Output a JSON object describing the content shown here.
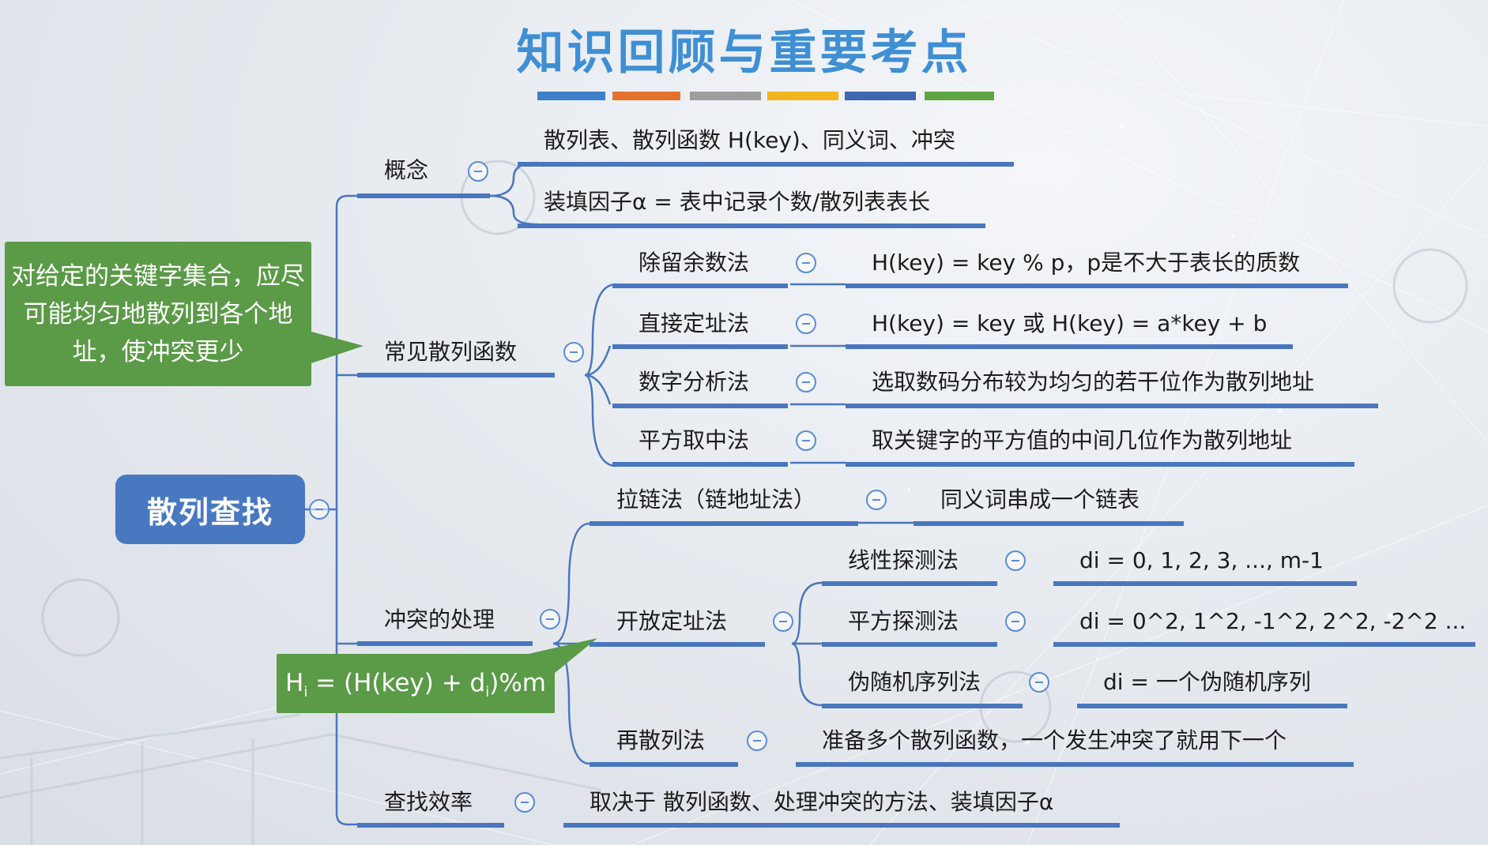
{
  "title": "知识回顾与重要考点",
  "color_bar": [
    "#3f7ec9",
    "#e4722c",
    "#9e9e9e",
    "#f2b51d",
    "#3d68b2",
    "#5ea544"
  ],
  "colors": {
    "accent": "#4a76be",
    "root": "#4878c0",
    "callout": "#5b9a47",
    "title": "#3f8fd4"
  },
  "root": "散列查找",
  "callouts": {
    "goal": "对给定的关键字集合，应尽可能均匀地散列到各个地址，使冲突更少",
    "formula": {
      "h": "H",
      "i1": "i",
      "mid": " = (H(key) + d",
      "i2": "i",
      "end": ")%m"
    }
  },
  "branches": {
    "concept": {
      "label": "概念",
      "items": [
        "散列表、散列函数 H(key)、同义词、冲突",
        "装填因子α = 表中记录个数/散列表表长"
      ]
    },
    "functions": {
      "label": "常见散列函数",
      "items": [
        {
          "name": "除留余数法",
          "desc": "H(key) = key % p，p是不大于表长的质数"
        },
        {
          "name": "直接定址法",
          "desc": "H(key) = key 或 H(key) = a*key + b"
        },
        {
          "name": "数字分析法",
          "desc": "选取数码分布较为均匀的若干位作为散列地址"
        },
        {
          "name": "平方取中法",
          "desc": "取关键字的平方值的中间几位作为散列地址"
        }
      ]
    },
    "conflict": {
      "label": "冲突的处理",
      "chaining": {
        "name": "拉链法（链地址法）",
        "desc": "同义词串成一个链表"
      },
      "open": {
        "name": "开放定址法",
        "items": [
          {
            "name": "线性探测法",
            "desc": "di = 0, 1, 2, 3, ..., m-1"
          },
          {
            "name": "平方探测法",
            "desc": "di = 0^2, 1^2, -1^2, 2^2, -2^2 ..."
          },
          {
            "name": "伪随机序列法",
            "desc": "di = 一个伪随机序列"
          }
        ]
      },
      "rehash": {
        "name": "再散列法",
        "desc": "准备多个散列函数，一个发生冲突了就用下一个"
      }
    },
    "efficiency": {
      "label": "查找效率",
      "desc": "取决于 散列函数、处理冲突的方法、装填因子α"
    }
  }
}
